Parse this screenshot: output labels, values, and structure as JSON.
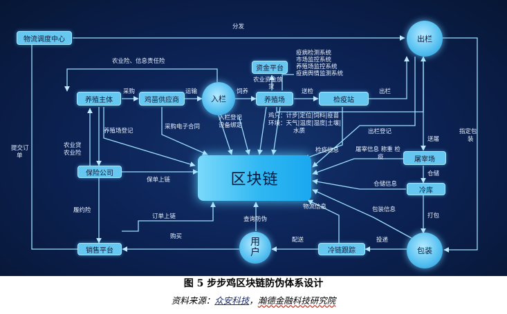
{
  "figure": {
    "nodes": {
      "logistics_center": "物流调度中心",
      "farming_entity": "养殖主体",
      "chick_supplier": "鸡苗供应商",
      "enter_pen": "入栏",
      "funding_platform": "资金平台",
      "farm": "养殖场",
      "inspection_station": "检疫站",
      "exit_pen": "出栏",
      "insurance_company": "保险公司",
      "blockchain": "区块链",
      "slaughterhouse": "屠宰场",
      "cold_storage": "冷库",
      "sales_platform": "销售平台",
      "user_line1": "用",
      "user_line2": "户",
      "cold_chain_tracking": "冷链跟踪",
      "packaging": "包装"
    },
    "labels": {
      "dispatch": "分发",
      "ag_insurance": "农业险、信息责任险",
      "purchase": "采购",
      "transport": "运输",
      "feed": "饲养",
      "ship_inspect": "送检",
      "exit": "出栏",
      "funds_line1": "农业资金放",
      "funds_line2": "贷",
      "systems_1": "疫病检测系统",
      "systems_2": "市场监控系统",
      "systems_3": "养殖场监控系统",
      "systems_4": "疫病舆情监测系统",
      "farm_register": "养殖场登记",
      "purchase_contract": "采购电子合同",
      "enter_line1": "入栏登记",
      "enter_line2": "设备绑定",
      "chicken_data": "鸡只：计步|定位|饲料|疫苗",
      "env_line1": "环境：天气|温度|湿度|土壤|",
      "env_line2": "水质",
      "exit_register": "出栏登记",
      "send_slaughter": "送屠",
      "designated_pack_line1": "指定包",
      "designated_pack_line2": "装",
      "submit_order_line1": "提交订",
      "submit_order_line2": "单",
      "ag_loan_line1": "农业贷",
      "ag_loan_line2": "农业险",
      "quarantine_info": "检疫信息",
      "slaughter_info_line1": "屠宰信息 称重 检",
      "slaughter_info_line2": "疫",
      "storage": "仓储",
      "storage_info": "仓储信息",
      "pack_action": "打包",
      "pack_info": "包装信息",
      "logistics_info": "物流信息",
      "policy_chain": "保单上链",
      "performance_insurance": "履约险",
      "order_chain": "订单上链",
      "purchase_buy": "购买",
      "query_anti_fake": "查询防伪",
      "distribute": "配送",
      "deliver": "投递"
    }
  },
  "caption": {
    "title": "图 5  步步鸡区块链防伪体系设计",
    "source_prefix": "资料来源：",
    "source_org1": "众安科技",
    "source_sep": "，",
    "source_org2": "瀚德金融科技研究院"
  },
  "colors": {
    "background": "#0c2356",
    "node_fill": "#66c8f0",
    "line": "#9fe0ff",
    "text": "#e8f2ff"
  }
}
